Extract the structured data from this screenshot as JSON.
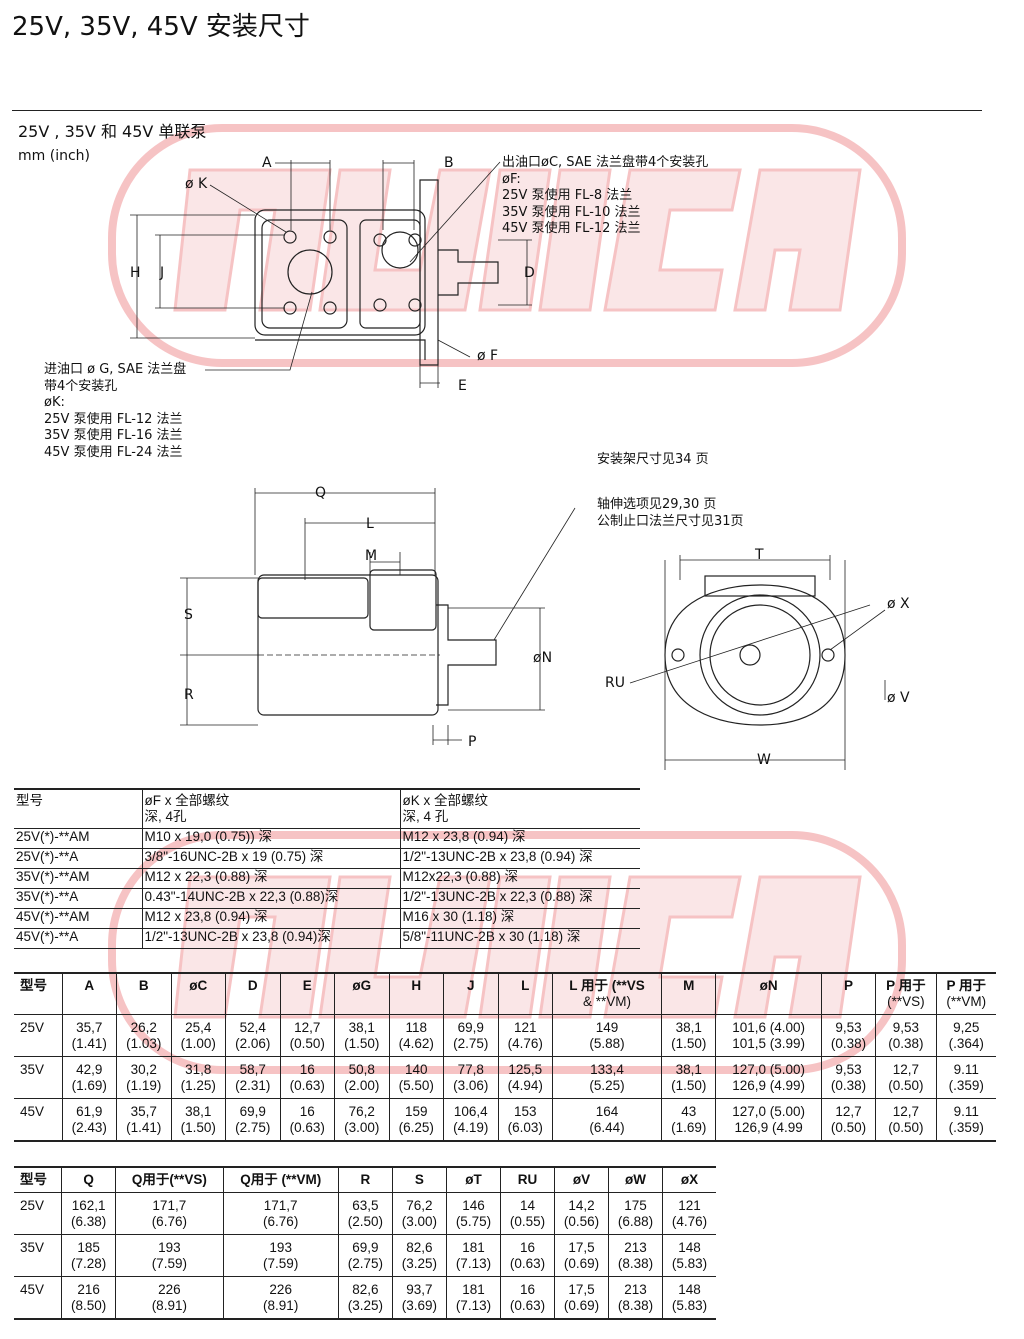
{
  "title": "25V, 35V, 45V 安装尺寸",
  "subtitle": "25V , 35V  和  45V 单联泵",
  "units": "mm  (inch)",
  "outlet_note": [
    "出油口øC, SAE 法兰盘带4个安装孔",
    "øF:",
    "25V 泵使用  FL-8  法兰",
    "35V 泵使用  FL-10  法兰",
    "45V 泵使用  FL-12  法兰"
  ],
  "inlet_note": [
    "进油口  ø G, SAE 法兰盘",
    "带4个安装孔",
    "øK:",
    "25V 泵使用  FL-12  法兰",
    "35V 泵使用  FL-16  法兰",
    "45V 泵使用  FL-24  法兰"
  ],
  "mount_note": "安装架尺寸见34 页",
  "shaft_note": [
    "轴伸选项见29,30 页",
    "公制止口法兰尺寸见31页"
  ],
  "dims": {
    "A": "A",
    "B": "B",
    "K": "ø K",
    "H": "H",
    "J": "J",
    "D": "D",
    "F": "ø F",
    "E": "E",
    "Q": "Q",
    "L": "L",
    "M": "M",
    "S": "S",
    "R": "R",
    "N": "øN",
    "P": "P",
    "T": "T",
    "X": "ø X",
    "RU": "RU",
    "V": "ø V",
    "W": "W"
  },
  "thread_table": {
    "headers": [
      "型号",
      "øF x 全部螺纹",
      "深, 4孔",
      "øK x 全部螺纹",
      "深, 4 孔"
    ],
    "rows": [
      [
        "25V(*)-**AM",
        "M10 x 19,0 (0.75)) 深",
        "M12 x 23,8 (0.94) 深"
      ],
      [
        "25V(*)-**A",
        "3/8\"-16UNC-2B x 19 (0.75) 深",
        "1/2\"-13UNC-2B x 23,8 (0.94) 深"
      ],
      [
        "35V(*)-**AM",
        "M12 x 22,3 (0.88) 深",
        "M12x22,3 (0.88) 深"
      ],
      [
        "35V(*)-**A",
        "0.43\"-14UNC-2B x 22,3 (0.88)深",
        "1/2\"-13UNC-2B x 22,3 (0.88) 深"
      ],
      [
        "45V(*)-**AM",
        "M12 x 23,8 (0.94) 深",
        "M16 x 30 (1.18) 深"
      ],
      [
        "45V(*)-**A",
        "1/2\"-13UNC-2B x 23,8 (0.94)深",
        "5/8\"-11UNC-2B x 30 (1.18) 深"
      ]
    ]
  },
  "dim_table1": {
    "headers": [
      "型号",
      "A",
      "B",
      "øC",
      "D",
      "E",
      "øG",
      "H",
      "J",
      "L",
      "L 用于 (**VS",
      "& **VM)",
      "M",
      "øN",
      "P",
      "P 用于",
      "(**VS)",
      "P 用于",
      "(**VM)"
    ],
    "rows": [
      [
        "25V",
        "35,7",
        "(1.41)",
        "26,2",
        "(1.03)",
        "25,4",
        "(1.00)",
        "52,4",
        "(2.06)",
        "12,7",
        "(0.50)",
        "38,1",
        "(1.50)",
        "118",
        "(4.62)",
        "69,9",
        "(2.75)",
        "121",
        "(4.76)",
        "149",
        "(5.88)",
        "38,1",
        "(1.50)",
        "101,6 (4.00)",
        "101,5 (3.99)",
        "9,53",
        "(0.38)",
        "9,53",
        "(0.38)",
        "9,25",
        "(.364)"
      ],
      [
        "35V",
        "42,9",
        "(1.69)",
        "30,2",
        "(1.19)",
        "31,8",
        "(1.25)",
        "58,7",
        "(2.31)",
        "16",
        "(0.63)",
        "50,8",
        "(2.00)",
        "140",
        "(5.50)",
        "77,8",
        "(3.06)",
        "125,5",
        "(4.94)",
        "133,4",
        "(5.25)",
        "38,1",
        "(1.50)",
        "127,0 (5.00)",
        "126,9 (4.99)",
        "9,53",
        "(0.38)",
        "12,7",
        "(0.50)",
        "9.11",
        "(.359)"
      ],
      [
        "45V",
        "61,9",
        "(2.43)",
        "35,7",
        "(1.41)",
        "38,1",
        "(1.50)",
        "69,9",
        "(2.75)",
        "16",
        "(0.63)",
        "76,2",
        "(3.00)",
        "159",
        "(6.25)",
        "106,4",
        "(4.19)",
        "153",
        "(6.03)",
        "164",
        "(6.44)",
        "43",
        "(1.69)",
        "127,0 (5.00)",
        "126,9 (4.99",
        "12,7",
        "(0.50)",
        "12,7",
        "(0.50)",
        "9.11",
        "(.359)"
      ]
    ]
  },
  "dim_table2": {
    "headers": [
      "型号",
      "Q",
      "Q用于(**VS)",
      "Q用于 (**VM)",
      "R",
      "S",
      "øT",
      "RU",
      "øV",
      "øW",
      "øX"
    ],
    "rows": [
      [
        "25V",
        "162,1",
        "(6.38)",
        "171,7",
        "(6.76)",
        "171,7",
        "(6.76)",
        "63,5",
        "(2.50)",
        "76,2",
        "(3.00)",
        "146",
        "(5.75)",
        "14",
        "(0.55)",
        "14,2",
        "(0.56)",
        "175",
        "(6.88)",
        "121",
        "(4.76)"
      ],
      [
        "35V",
        "185",
        "(7.28)",
        "193",
        "(7.59)",
        "193",
        "(7.59)",
        "69,9",
        "(2.75)",
        "82,6",
        "(3.25)",
        "181",
        "(7.13)",
        "16",
        "(0.63)",
        "17,5",
        "(0.69)",
        "213",
        "(8.38)",
        "148",
        "(5.83)"
      ],
      [
        "45V",
        "216",
        "(8.50)",
        "226",
        "(8.91)",
        "226",
        "(8.91)",
        "82,6",
        "(3.25)",
        "93,7",
        "(3.69)",
        "181",
        "(7.13)",
        "16",
        "(0.63)",
        "17,5",
        "(0.69)",
        "213",
        "(8.38)",
        "148",
        "(5.83)"
      ]
    ]
  },
  "colors": {
    "watermark": "#e8555a",
    "line": "#222222"
  }
}
